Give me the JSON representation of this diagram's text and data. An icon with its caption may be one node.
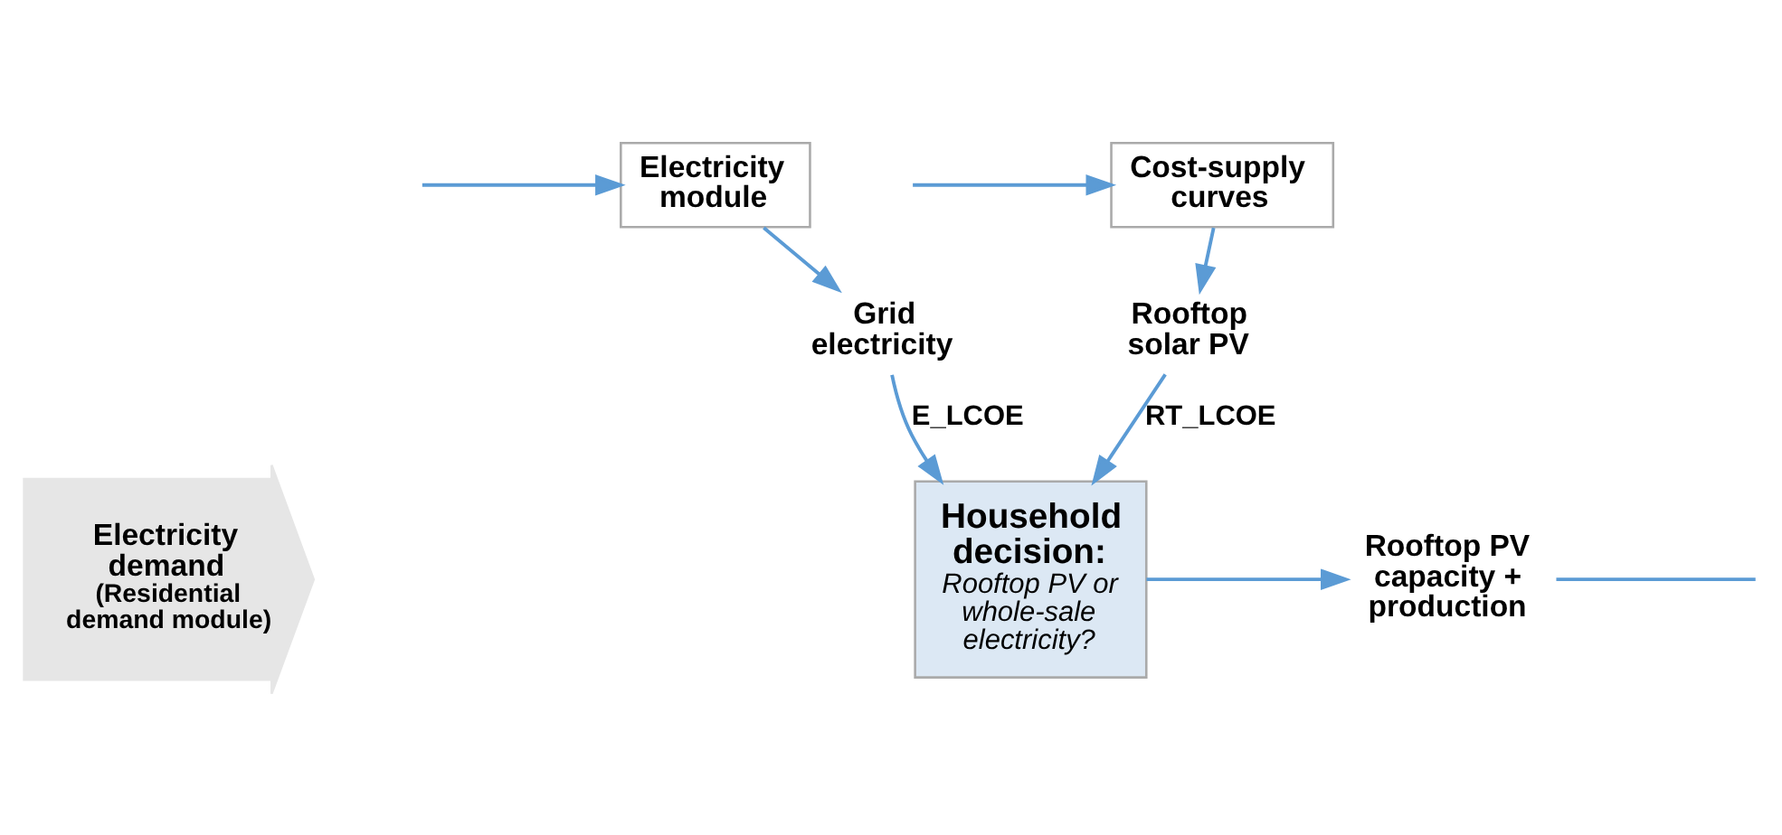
{
  "diagram": {
    "nodes": [
      {
        "text": [
          "Electricity demand",
          "(Residential demand module)"
        ]
      },
      {
        "text": [
          "Electricity module"
        ]
      },
      {
        "text": [
          "Grid electricity"
        ]
      },
      {
        "text": [
          "Rooftop solar PV"
        ]
      },
      {
        "text": [
          "Cost-supply curves"
        ]
      },
      {
        "text": [
          "Household decision:",
          "Rooftop PV or whole-sale electricity?"
        ]
      },
      {
        "text": [
          "Rooftop PV capacity + production"
        ]
      }
    ],
    "edges": [
      {
        "from": null,
        "to": 1,
        "arrow": "to"
      },
      {
        "from": 1,
        "to": 2,
        "arrow": "to"
      },
      {
        "from": 2,
        "to": 5,
        "label": "E_LCOE",
        "arrow": "to"
      },
      {
        "from": 3,
        "to": 5,
        "label": "RT_LCOE",
        "arrow": "to"
      },
      {
        "from": 4,
        "to": 3,
        "arrow": "to"
      },
      {
        "from": null,
        "to": 4,
        "arrow": "to"
      },
      {
        "from": 5,
        "to": 6,
        "arrow": "to"
      },
      {
        "from": 6,
        "to": null,
        "arrow": "none"
      }
    ]
  }
}
